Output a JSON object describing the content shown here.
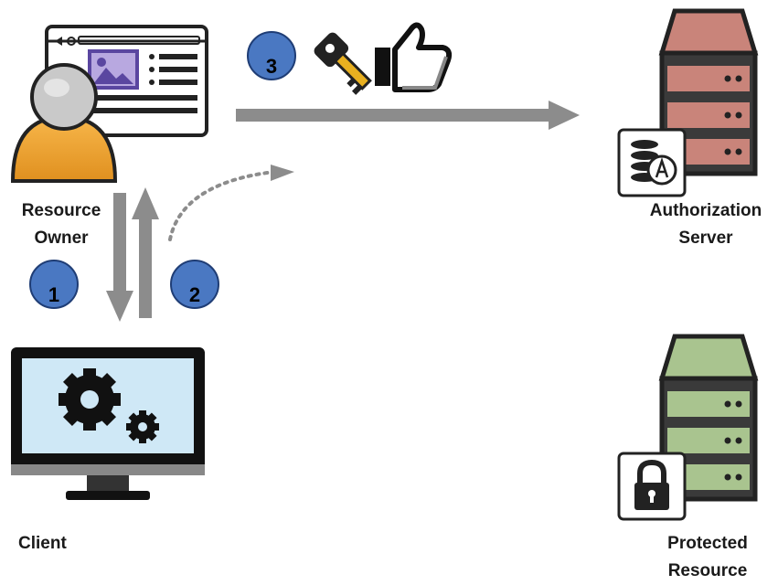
{
  "nodes": {
    "resource_owner": {
      "line1": "Resource",
      "line2": "Owner"
    },
    "client": {
      "label": "Client"
    },
    "authorization_server": {
      "line1": "Authorization",
      "line2": "Server"
    },
    "protected_resource": {
      "line1": "Protected",
      "line2": "Resource"
    }
  },
  "steps": [
    {
      "number": "1"
    },
    {
      "number": "2"
    },
    {
      "number": "3"
    }
  ],
  "icons": [
    "browser-icon",
    "user-icon",
    "monitor-icon",
    "gear-icon",
    "key-icon",
    "thumbs-up-icon",
    "server-icon",
    "database-icon",
    "lock-icon"
  ],
  "colors": {
    "badge": "#4a78c2",
    "arrow": "#8c8c8c",
    "auth_server": "#c9847a",
    "resource_server": "#a9c48f",
    "user": "#f0a330",
    "screen": "#cfe8f6"
  }
}
